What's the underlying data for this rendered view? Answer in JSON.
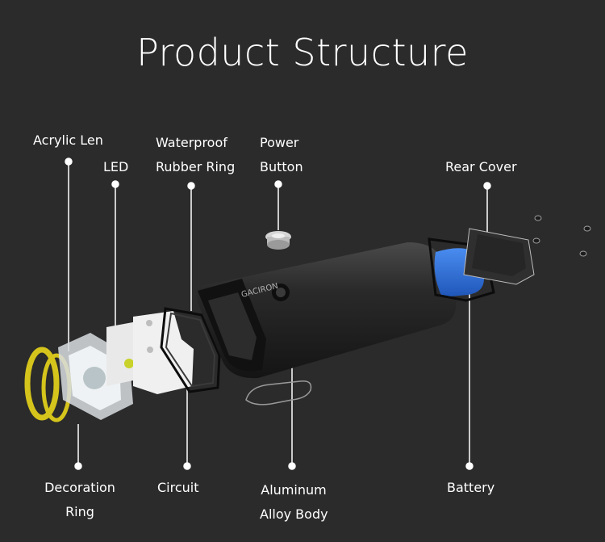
{
  "title": "Product Structure",
  "labels": {
    "acrylic_len": "Acrylic  Len",
    "led": "LED",
    "waterproof_ring": [
      "Waterproof",
      "Rubber Ring"
    ],
    "power_button": [
      "Power",
      "Button"
    ],
    "rear_cover": "Rear Cover",
    "decoration_ring": [
      "Decoration",
      "Ring"
    ],
    "circuit": "Circuit",
    "aluminum_body": [
      "Aluminum",
      "Alloy Body"
    ],
    "battery": "Battery",
    "body_brand": "GACIRON"
  },
  "colors": {
    "background": "#2b2b2b",
    "decoration_ring": "#e8d51a",
    "battery": "#2d6fd6",
    "body": "#1c1c1c",
    "leader_line": "#ffffff"
  }
}
